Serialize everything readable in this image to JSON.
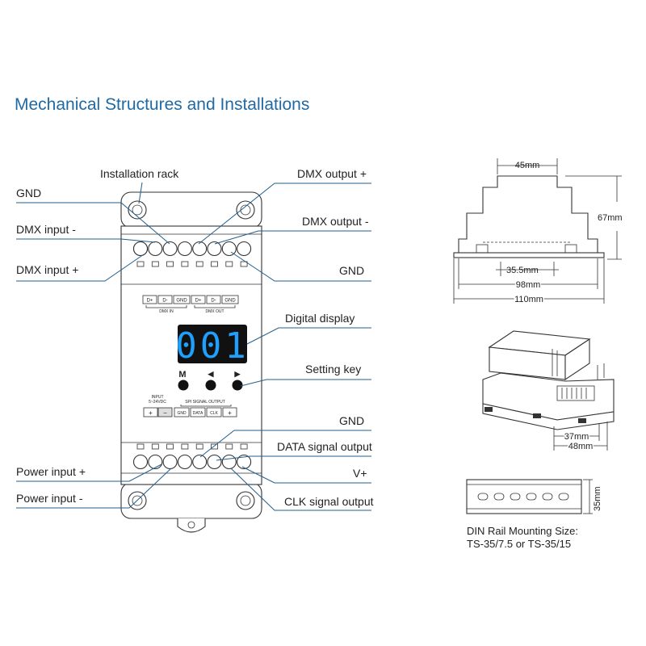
{
  "title": "Mechanical Structures and Installations",
  "callouts": {
    "installation_rack": "Installation rack",
    "gnd_top_left": "GND",
    "dmx_input_minus": "DMX input -",
    "dmx_input_plus": "DMX input +",
    "dmx_output_plus": "DMX output +",
    "dmx_output_minus": "DMX output -",
    "gnd_top_right": "GND",
    "digital_display": "Digital display",
    "setting_key": "Setting key",
    "gnd_bottom_right": "GND",
    "data_signal_output": "DATA signal output",
    "v_plus": "V+",
    "power_input_plus": "Power input +",
    "power_input_minus": "Power input -",
    "clk_signal_output": "CLK signal output"
  },
  "panel": {
    "dmx_terminals": [
      "D+",
      "D-",
      "GND",
      "D+",
      "D-",
      "GND"
    ],
    "dmx_in": "DMX IN",
    "dmx_out": "DMX OUT",
    "display_value": "001",
    "keys": [
      "M",
      "◀",
      "▶"
    ],
    "input_label": "INPUT",
    "input_voltage": "5~24VDC",
    "power_terminals": [
      "+",
      "−"
    ],
    "spi_label": "SPI SIGNAL OUTPUT",
    "spi_terminals": [
      "GND",
      "DATA",
      "CLK",
      "+"
    ]
  },
  "dimensions": {
    "width_top": "45mm",
    "height": "67mm",
    "inner": "35.5mm",
    "mid": "98mm",
    "total": "110mm",
    "iso_a": "37mm",
    "iso_b": "48mm",
    "rail_height": "35mm"
  },
  "din_rail": {
    "caption_1": "DIN Rail Mounting Size:",
    "caption_2": "TS-35/7.5 or TS-35/15"
  },
  "colors": {
    "title": "#1f6aa5",
    "leader": "#1f5f8f",
    "display_bg": "#111111",
    "display_digits": "#1ea0ff"
  }
}
